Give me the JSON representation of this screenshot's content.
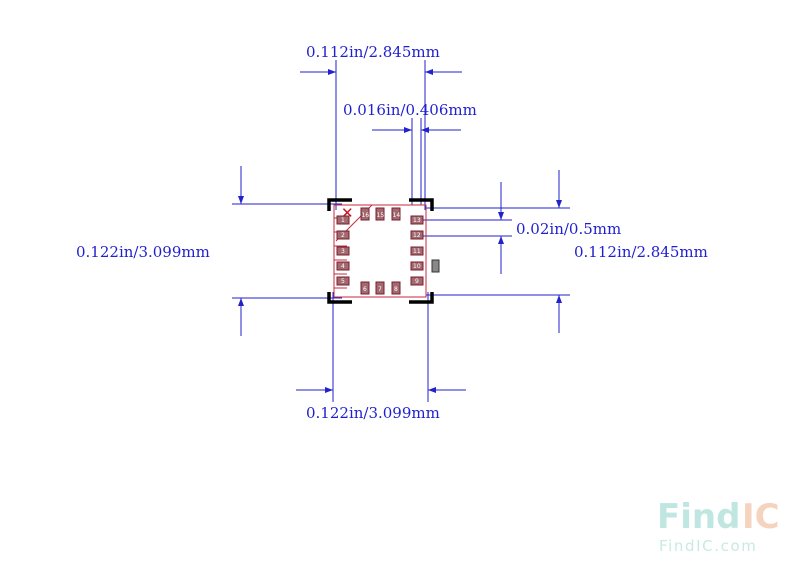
{
  "dimensions": {
    "top_width": "0.112in/2.845mm",
    "pad_pitch": "0.016in/0.406mm",
    "left_height": "0.122in/3.099mm",
    "pad_gap": "0.02in/0.5mm",
    "right_height": "0.112in/2.845mm",
    "bottom_width": "0.122in/3.099mm"
  },
  "package": {
    "pin1_marker": "✕",
    "left_pads": [
      "1",
      "2",
      "3",
      "4",
      "5"
    ],
    "bottom_pads": [
      "6",
      "7",
      "8"
    ],
    "right_pads": [
      "9",
      "10",
      "11",
      "12",
      "13"
    ],
    "top_pads": [
      "14",
      "15",
      "16"
    ]
  },
  "watermark": {
    "logo_find": "Find",
    "logo_ic": "IC",
    "url": "FindIC.com",
    "colors": {
      "find": "#bfe6e0",
      "ic": "#f6d3bf"
    }
  },
  "colors": {
    "dimension": "#2222cc",
    "outline": "#c8283c",
    "pad_fill": "#a06a70",
    "corner": "#000000"
  }
}
